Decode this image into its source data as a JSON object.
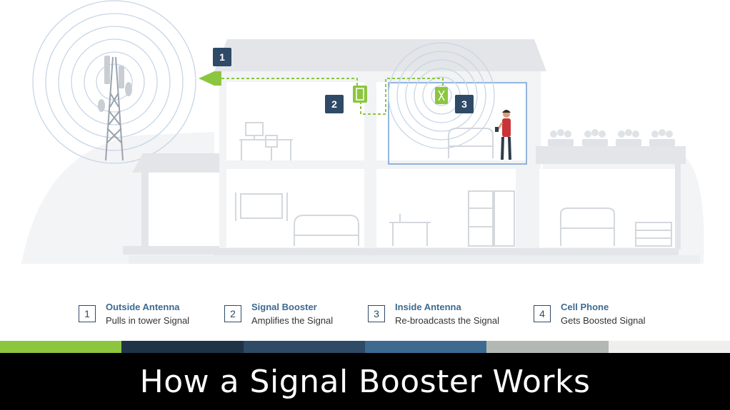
{
  "diagram": {
    "callouts": [
      {
        "id": "1",
        "label": "1"
      },
      {
        "id": "2",
        "label": "2"
      },
      {
        "id": "3",
        "label": "3"
      }
    ],
    "colors": {
      "building": "#f2f3f5",
      "outline": "#dde0e4",
      "accent_green": "#8cc63f",
      "callout_bg": "#2e4a66",
      "wave": "#c7d6e6",
      "room_highlight": "#6f9fd3"
    }
  },
  "legend": [
    {
      "num": "1",
      "title": "Outside Antenna",
      "desc": "Pulls in tower Signal"
    },
    {
      "num": "2",
      "title": "Signal Booster",
      "desc": "Amplifies the Signal"
    },
    {
      "num": "3",
      "title": "Inside Antenna",
      "desc": "Re-broadcasts the Signal"
    },
    {
      "num": "4",
      "title": "Cell Phone",
      "desc": "Gets Boosted Signal"
    }
  ],
  "color_bar": [
    "#8cc63f",
    "#1f3347",
    "#2e4a66",
    "#3d6a91",
    "#b4b8b4",
    "#efefed"
  ],
  "caption": "How a Signal Booster Works"
}
